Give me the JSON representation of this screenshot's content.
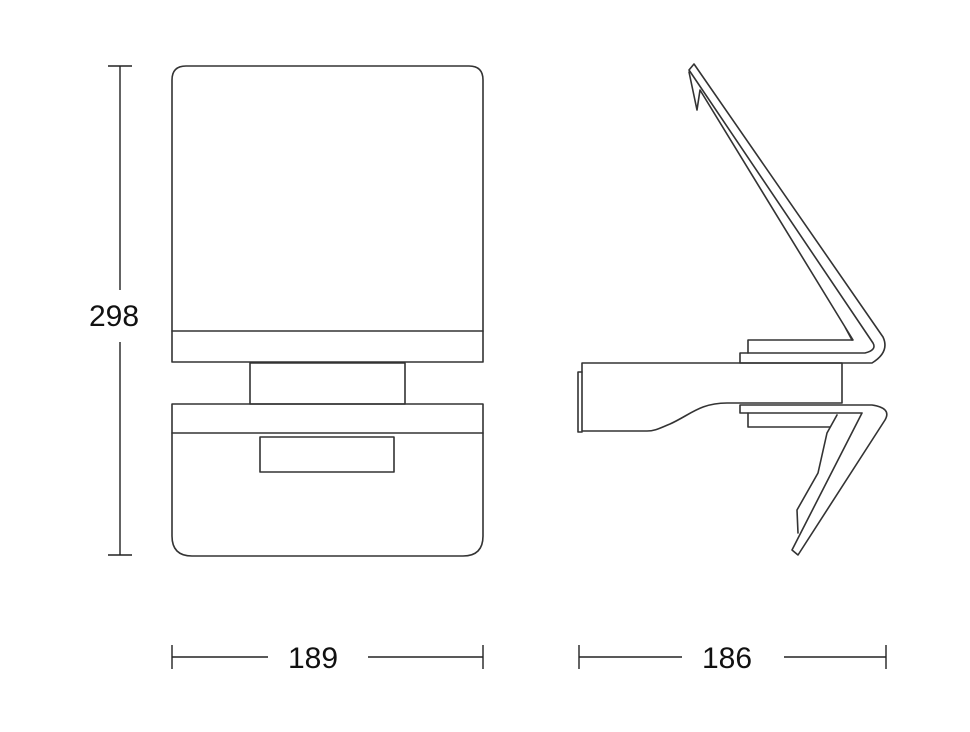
{
  "dimensions": {
    "height": "298",
    "front_width": "189",
    "side_depth": "186"
  },
  "colors": {
    "line": "#333333",
    "background": "#ffffff"
  }
}
